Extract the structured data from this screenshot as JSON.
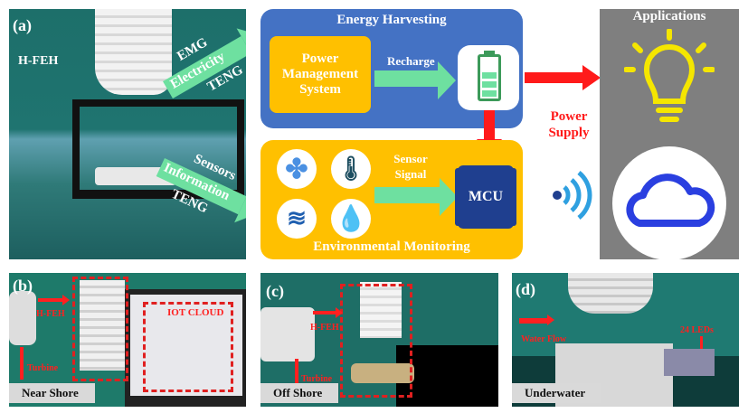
{
  "panel_a": {
    "label": "(a)",
    "device": "H-FEH",
    "arrow_top": {
      "above": "EMG",
      "on": "Electricity",
      "below": "TENG"
    },
    "arrow_bottom": {
      "above": "Sensors",
      "on": "Information",
      "below": "TENG"
    }
  },
  "energy": {
    "title": "Energy Harvesting",
    "pms": "Power Management System",
    "recharge": "Recharge",
    "icon": "battery-icon"
  },
  "power_supply": "Power Supply",
  "monitoring": {
    "title": "Environmental Monitoring",
    "sensor_signal": "Sensor Signal",
    "mcu": "MCU",
    "icons": [
      "fan-icon",
      "thermometer-icon",
      "wave-icon",
      "water-drop-icon"
    ]
  },
  "applications": {
    "title": "Applications",
    "icons": [
      "lightbulb-icon",
      "cloud-icon",
      "wifi-icon"
    ]
  },
  "panel_b": {
    "label": "(b)",
    "hfeh": "H-FEH",
    "turbine": "Turbine",
    "cloud": "IOT CLOUD",
    "tag": "Near Shore"
  },
  "panel_c": {
    "label": "(c)",
    "hfeh": "H-FEH",
    "turbine": "Turbine",
    "tag": "Off Shore"
  },
  "panel_d": {
    "label": "(d)",
    "flow": "Water Flow",
    "leds": "24 LEDs",
    "tag": "Underwater"
  },
  "colors": {
    "blue": "#4472C4",
    "orange": "#FFC000",
    "grey": "#7f7f7f",
    "green": "#6EE0A0",
    "red": "#FF2020",
    "mcu": "#1F3F8F"
  }
}
